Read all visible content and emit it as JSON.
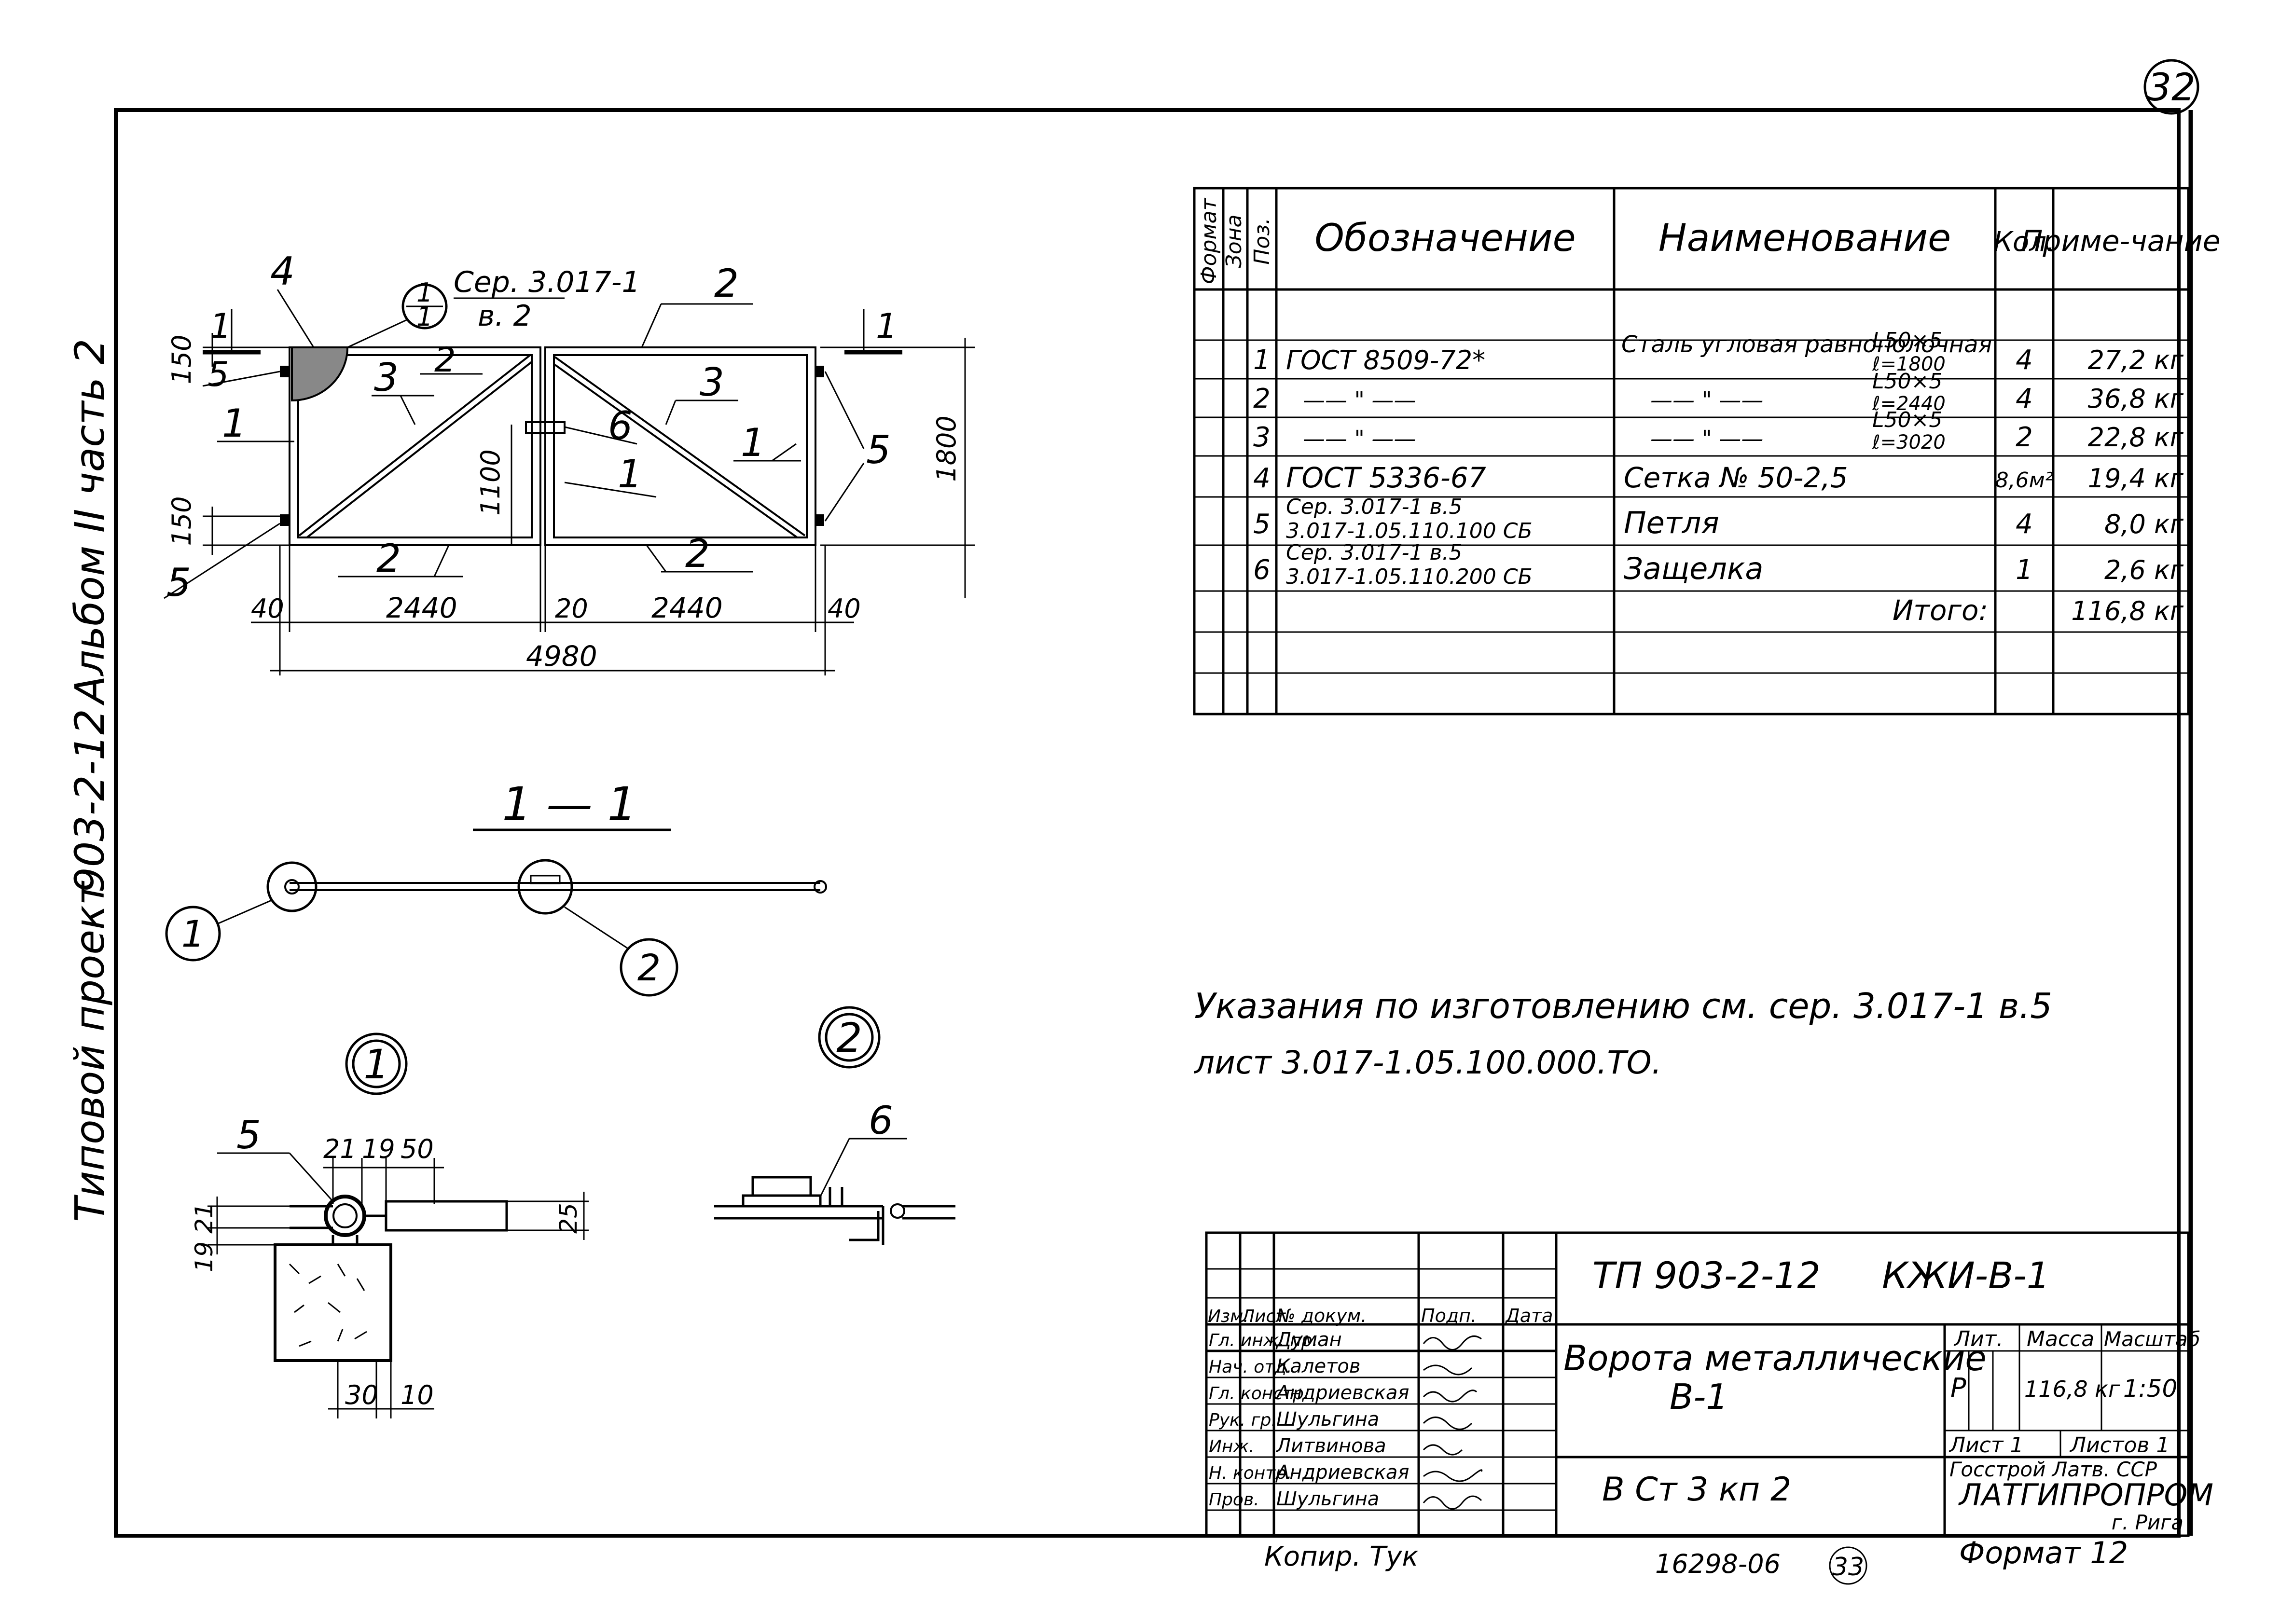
{
  "page_number": "32",
  "side_labels": {
    "album": "Альбом II часть 2",
    "code": "903-2-12",
    "project": "Типовой проект"
  },
  "gate_drawing": {
    "series_ref_top": "1",
    "series_ref_bottom": "1",
    "series_text": "Сер. 3.017-1",
    "series_issue": "в. 2",
    "section_mark": "1",
    "callouts": [
      "1",
      "2",
      "3",
      "4",
      "5",
      "6"
    ],
    "dims": {
      "side_150_top": "150",
      "side_150_bottom": "150",
      "mid_1100": "1100",
      "height_1800": "1800",
      "left_40": "40",
      "leaf_left": "2440",
      "gap_20": "20",
      "leaf_right": "2440",
      "right_40": "40",
      "total_4980": "4980"
    }
  },
  "section_1_1": {
    "title": "1 — 1",
    "node_1": "1",
    "node_2": "2"
  },
  "detail_1": {
    "label": "1",
    "callout": "5",
    "dims": {
      "d21": "21",
      "d19": "19",
      "d50": "50",
      "v19": "19",
      "v21": "21",
      "v25": "25",
      "b30": "30",
      "b10": "10"
    }
  },
  "detail_2": {
    "label": "2",
    "callout": "6"
  },
  "spec_table": {
    "headers": {
      "format": "Формат",
      "zone": "Зона",
      "pos": "Поз.",
      "designation": "Обозначение",
      "name": "Наименование",
      "qty": "Кол.",
      "note": "Приме-чание"
    },
    "rows": [
      {
        "pos": "1",
        "designation": "ГОСТ 8509-72*",
        "name": "Сталь угловая равнополочная",
        "spec": "L50×5",
        "spec2": "ℓ=1800",
        "qty": "4",
        "note": "27,2 кг"
      },
      {
        "pos": "2",
        "designation": "—— \" ——",
        "name": "—— \" ——",
        "spec": "L50×5",
        "spec2": "ℓ=2440",
        "qty": "4",
        "note": "36,8 кг"
      },
      {
        "pos": "3",
        "designation": "—— \" ——",
        "name": "—— \" ——",
        "spec": "L50×5",
        "spec2": "ℓ=3020",
        "qty": "2",
        "note": "22,8 кг"
      },
      {
        "pos": "4",
        "designation": "ГОСТ 5336-67",
        "name": "Сетка № 50-2,5",
        "spec": "",
        "spec2": "",
        "qty": "8,6м²",
        "note": "19,4 кг"
      },
      {
        "pos": "5",
        "designation": "Сер. 3.017-1 в.5",
        "designation2": "3.017-1.05.110.100 СБ",
        "name": "Петля",
        "spec": "",
        "spec2": "",
        "qty": "4",
        "note": "8,0 кг"
      },
      {
        "pos": "6",
        "designation": "Сер. 3.017-1 в.5",
        "designation2": "3.017-1.05.110.200 СБ",
        "name": "Защелка",
        "spec": "",
        "spec2": "",
        "qty": "1",
        "note": "2,6 кг"
      }
    ],
    "total_label": "Итого:",
    "total_value": "116,8 кг"
  },
  "manufacturing_note": {
    "line1": "Указания по изготовлению см. сер. 3.017-1 в.5",
    "line2": "лист 3.017-1.05.100.000.ТО."
  },
  "title_block": {
    "code": "ТП 903-2-12",
    "mark": "КЖИ-В-1",
    "title_line1": "Ворота металлические",
    "title_line2": "В-1",
    "material": "В Ст 3 кп 2",
    "col_headers": {
      "izm": "Изм.",
      "list": "Лист",
      "doc": "№ докум.",
      "sign": "Подп.",
      "date": "Дата"
    },
    "staff": [
      {
        "role": "Гл. инж. пр.",
        "name": "Думан"
      },
      {
        "role": "Нач. отд.",
        "name": "Калетов"
      },
      {
        "role": "Гл. констр.",
        "name": "Андриевская"
      },
      {
        "role": "Рук. гр.",
        "name": "Шульгина"
      },
      {
        "role": "Инж.",
        "name": "Литвинова"
      },
      {
        "role": "Н. контр.",
        "name": "Андриевская"
      },
      {
        "role": "Пров.",
        "name": "Шульгина"
      }
    ],
    "lit_label": "Лит.",
    "mass_label": "Масса",
    "scale_label": "Масштаб",
    "lit_value": "Р",
    "mass_value": "116,8 кг",
    "scale_value": "1:50",
    "sheet": "Лист 1",
    "sheets": "Листов 1",
    "org1": "Госстрой Латв. ССР",
    "org2": "ЛАТГИПРОПРОМ",
    "city": "г. Рига"
  },
  "footer": {
    "copied": "Копир. Тук",
    "number": "16298-06",
    "circle": "33",
    "format": "Формат 12"
  }
}
